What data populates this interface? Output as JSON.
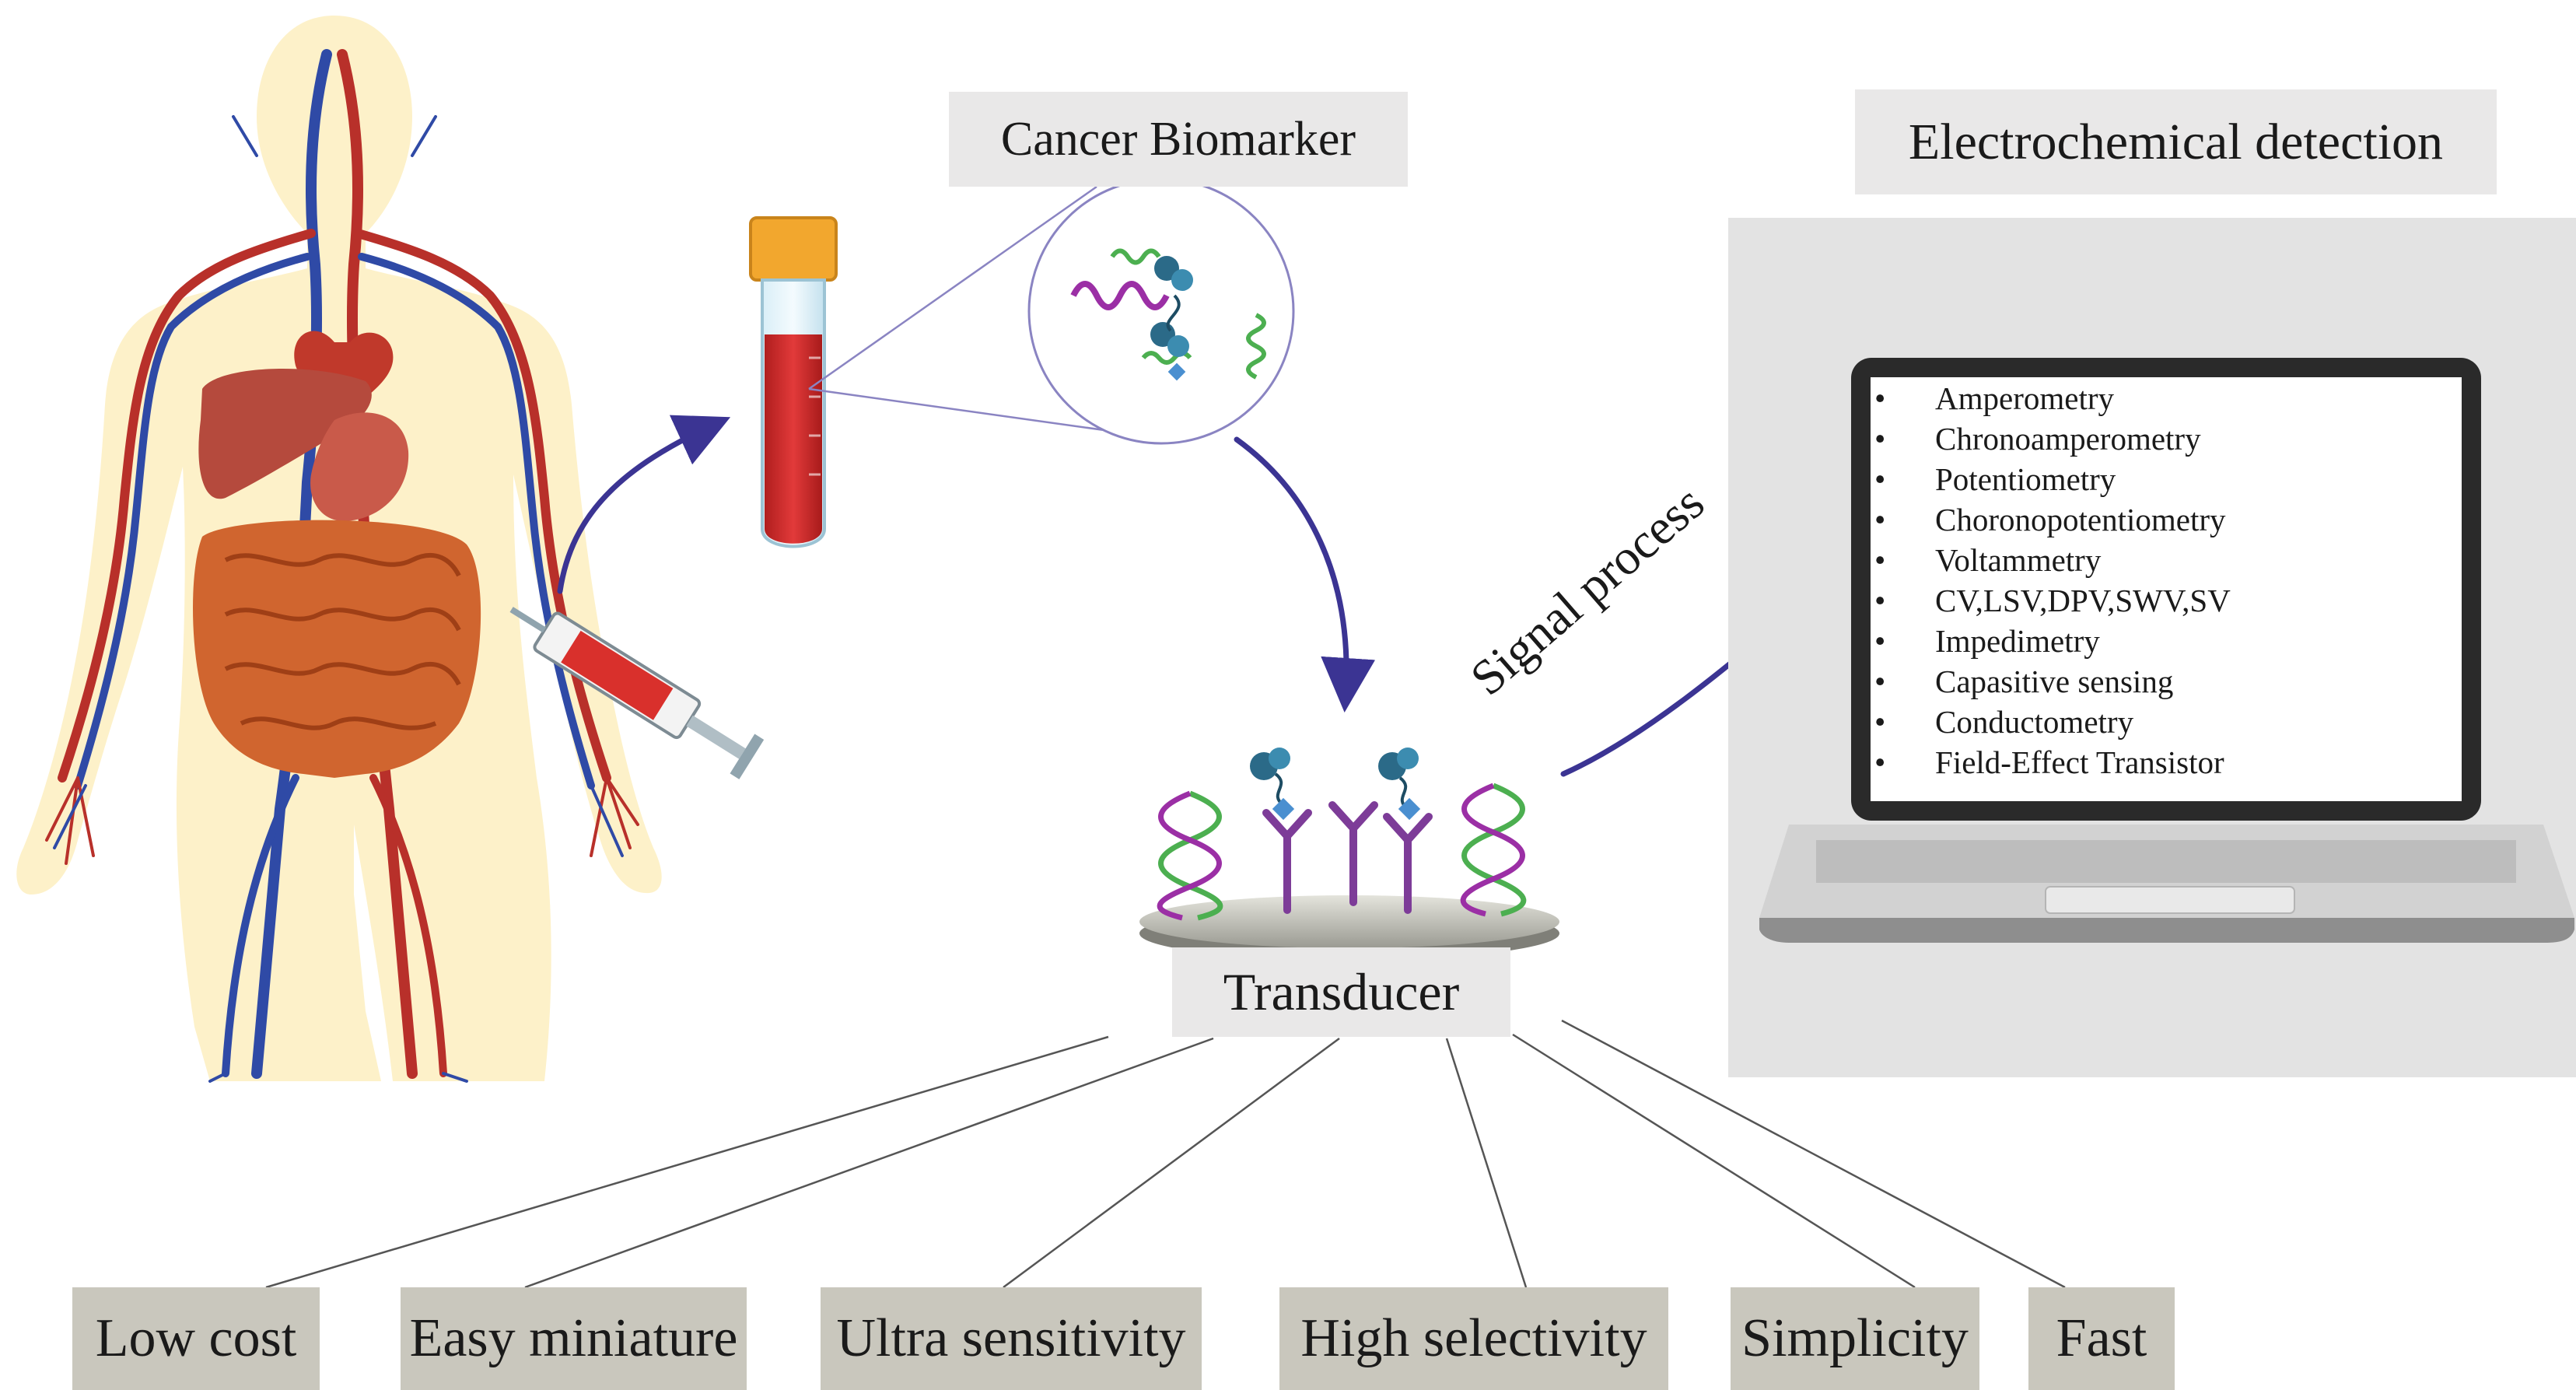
{
  "labels": {
    "cancer_biomarker": "Cancer Biomarker",
    "electrochemical_detection": "Electrochemical detection",
    "transducer": "Transducer",
    "signal_process": "Signal process"
  },
  "methods": [
    "Amperometry",
    "Chronoamperometry",
    "Potentiometry",
    "Choronopotentiometry",
    "Voltammetry",
    "CV,LSV,DPV,SWV,SV",
    "Impedimetry",
    "Capasitive sensing",
    "Conductometry",
    "Field-Effect Transistor"
  ],
  "bullet": "•",
  "features": [
    "Low cost",
    "Easy miniature",
    "Ultra sensitivity",
    "High selectivity",
    "Simplicity",
    "Fast"
  ],
  "colors": {
    "arrow": "#3b3493",
    "label_box": "#e9e8e8",
    "feature_box": "#c9c7bd",
    "panel": "#e3e3e3",
    "artery": "#b8302a",
    "vein": "#2f4aa6",
    "blood": "#d32a2a",
    "dna_green": "#4caf50",
    "dna_purple": "#9b2fa5",
    "antibody": "#7d3c98",
    "protein": "#2b6a88"
  }
}
